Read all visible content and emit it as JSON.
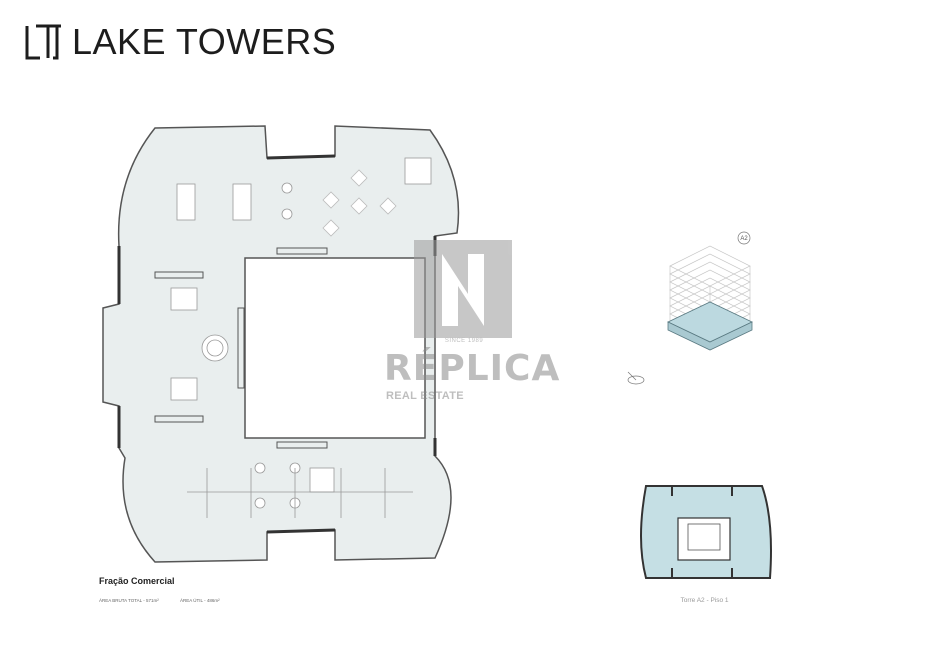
{
  "brand": {
    "name": "LAKE TOWERS",
    "logo_icon": "lt-monogram-icon",
    "logo_letters": "LT",
    "color": "#1d1d1d"
  },
  "watermark": {
    "name": "RÉPLICA",
    "subtitle": "REAL ESTATE",
    "since": "SINCE 1989",
    "color": "#8a8a8a"
  },
  "isometric": {
    "tag": "A2",
    "highlight_color": "#bcd9e0"
  },
  "plan": {
    "title": "Fração Comercial",
    "gross_area": "ÁREA BRUTA TOTAL - 571m²",
    "useful_area": "ÁREA ÚTIL - 486m²",
    "floor_color": "#e9eeee"
  },
  "key_plan": {
    "caption": "Torre A2 - Piso 1",
    "highlight_color": "#c5dfe4"
  }
}
